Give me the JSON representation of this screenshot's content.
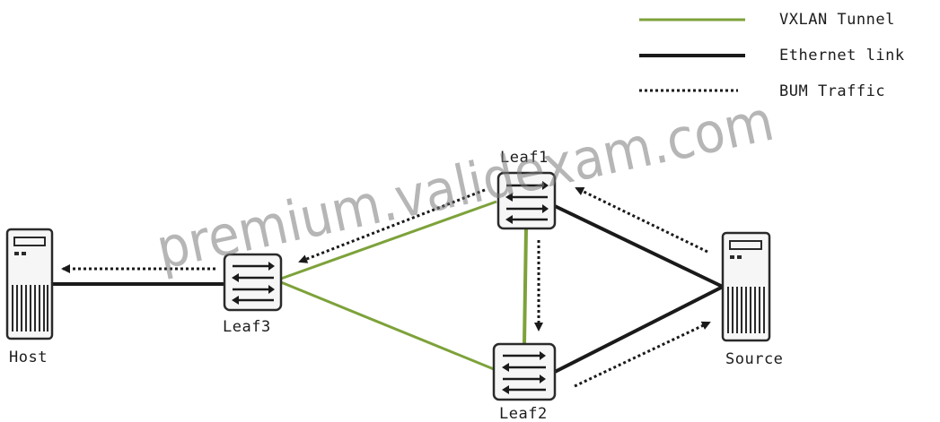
{
  "legend": {
    "vxlan_label": "VXLAN Tunnel",
    "ethernet_label": "Ethernet link",
    "bum_label": "BUM Traffic"
  },
  "nodes": {
    "leaf1_label": "Leaf1",
    "leaf2_label": "Leaf2",
    "leaf3_label": "Leaf3",
    "host_label": "Host",
    "source_label": "Source"
  },
  "watermark": "premium.validexam.com",
  "colors": {
    "vxlan": "#7da23a",
    "ethernet": "#1a1a1a",
    "bum": "#1a1a1a",
    "device_fill": "#f6f6f6",
    "device_stroke": "#2a2a2a"
  }
}
